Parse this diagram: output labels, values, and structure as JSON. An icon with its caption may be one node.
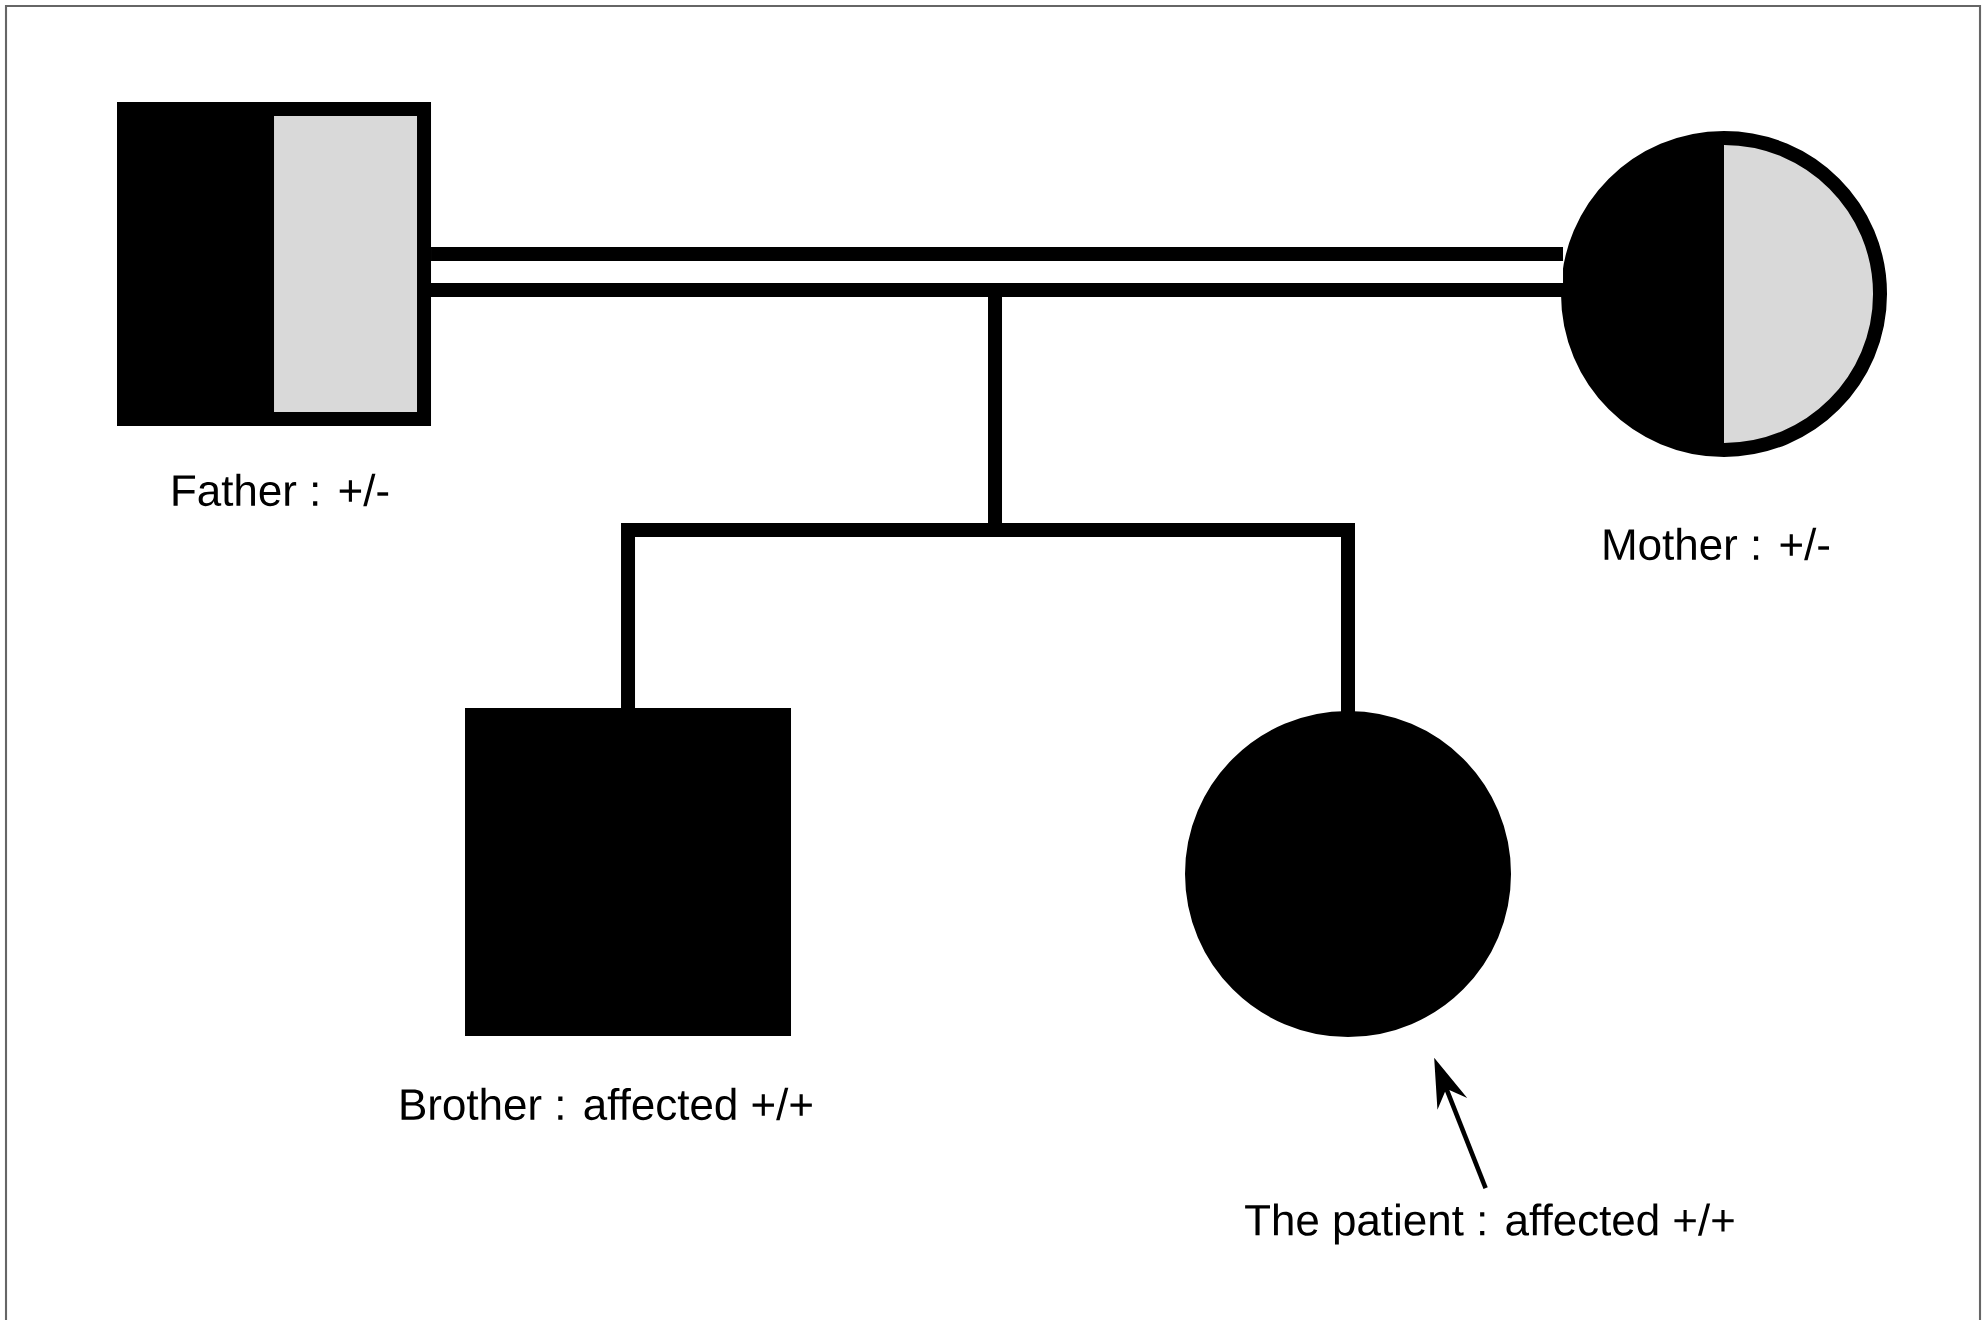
{
  "diagram": {
    "nodes": [
      {
        "text": [],
        "shape": "box",
        "beside": [
          "Father : +/-"
        ]
      },
      {
        "text": [],
        "shape": "circle",
        "beside": [
          "Mother : +/-"
        ]
      },
      {
        "text": [],
        "shape": "box",
        "beside": [
          "Brother : affected +/+"
        ]
      },
      {
        "text": [],
        "shape": "circle"
      },
      {
        "text": [
          "The patient : affected +/+"
        ]
      }
    ],
    "edges": [
      {
        "from": 0,
        "to": 1,
        "arrow": "none",
        "style": "thick"
      },
      {
        "from": 0,
        "to": 2,
        "arrow": "none"
      },
      {
        "from": 0,
        "to": 3,
        "arrow": "none"
      },
      {
        "from": 1,
        "to": 2,
        "arrow": "none"
      },
      {
        "from": 1,
        "to": 3,
        "arrow": "none"
      },
      {
        "from": 4,
        "to": 3,
        "arrow": "to"
      }
    ]
  }
}
